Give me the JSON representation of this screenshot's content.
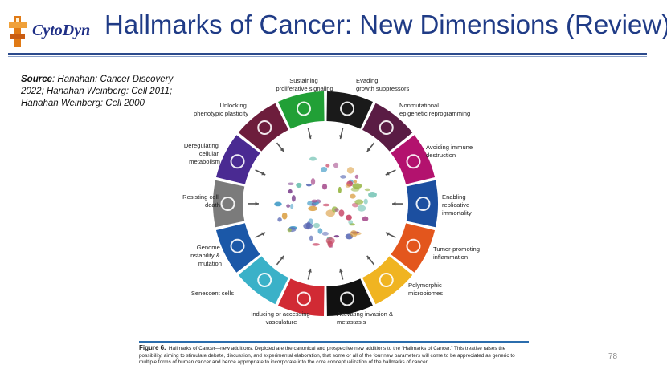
{
  "header": {
    "logo_text": "CytoDyn",
    "title": "Hallmarks of Cancer: New Dimensions (Review)"
  },
  "source": {
    "label": "Source",
    "text": ": Hanahan: Cancer Discovery 2022; Hanahan Weinberg: Cell 2011; Hanahan Weinberg: Cell 2000"
  },
  "diagram": {
    "segments": [
      {
        "color": "#21a036",
        "icon": "arrow-up-right-icon"
      },
      {
        "color": "#1a1a1a",
        "icon": "no-entry-icon"
      },
      {
        "color": "#5a1c44",
        "icon": "dna-strand-icon"
      },
      {
        "color": "#b3126e",
        "icon": "immune-cell-icon"
      },
      {
        "color": "#1c4fa0",
        "icon": "infinity-icon"
      },
      {
        "color": "#e3561d",
        "icon": "flame-icon"
      },
      {
        "color": "#f0b421",
        "icon": "microbe-icon"
      },
      {
        "color": "#111111",
        "icon": "crab-icon"
      },
      {
        "color": "#d12a34",
        "icon": "vessel-icon"
      },
      {
        "color": "#3ab1c8",
        "icon": "leaf-icon"
      },
      {
        "color": "#1b58a8",
        "icon": "chromosome-icon"
      },
      {
        "color": "#7b7b7b",
        "icon": "cross-icon"
      },
      {
        "color": "#4a2a92",
        "icon": "atom-icon"
      },
      {
        "color": "#6d1d3c",
        "icon": "key-icon"
      }
    ],
    "labels": {
      "sustaining": [
        "Sustaining",
        "proliferative signaling"
      ],
      "evading": [
        "Evading",
        "growth suppressors"
      ],
      "nonmutational": [
        "Nonmutational",
        "epigenetic reprogramming"
      ],
      "avoiding": [
        "Avoiding immune",
        "destruction"
      ],
      "enabling": [
        "Enabling",
        "replicative",
        "immortality"
      ],
      "tumor": [
        "Tumor-promoting",
        "inflammation"
      ],
      "polymorphic": [
        "Polymorphic",
        "microbiomes"
      ],
      "activating": [
        "Activating invasion &",
        "metastasis"
      ],
      "inducing": [
        "Inducing or accessing",
        "vasculature"
      ],
      "senescent": [
        "Senescent cells"
      ],
      "genome": [
        "Genome",
        "instability &",
        "mutation"
      ],
      "resisting": [
        "Resisting cell",
        "death"
      ],
      "deregulating": [
        "Deregulating",
        "cellular",
        "metabolism"
      ],
      "unlocking": [
        "Unlocking",
        "phenotypic plasticity"
      ]
    }
  },
  "caption": {
    "figure_label": "Figure 6.",
    "text": "Hallmarks of Cancer—new additions. Depicted are the canonical and prospective new additions to the “Hallmarks of Cancer.” This treatise raises the possibility, aiming to stimulate debate, discussion, and experimental elaboration, that some or all of the four new parameters will come to be appreciated as generic to multiple forms of human cancer and hence appropriate to incorporate into the core conceptualization of the hallmarks of cancer."
  },
  "page_number": "78"
}
